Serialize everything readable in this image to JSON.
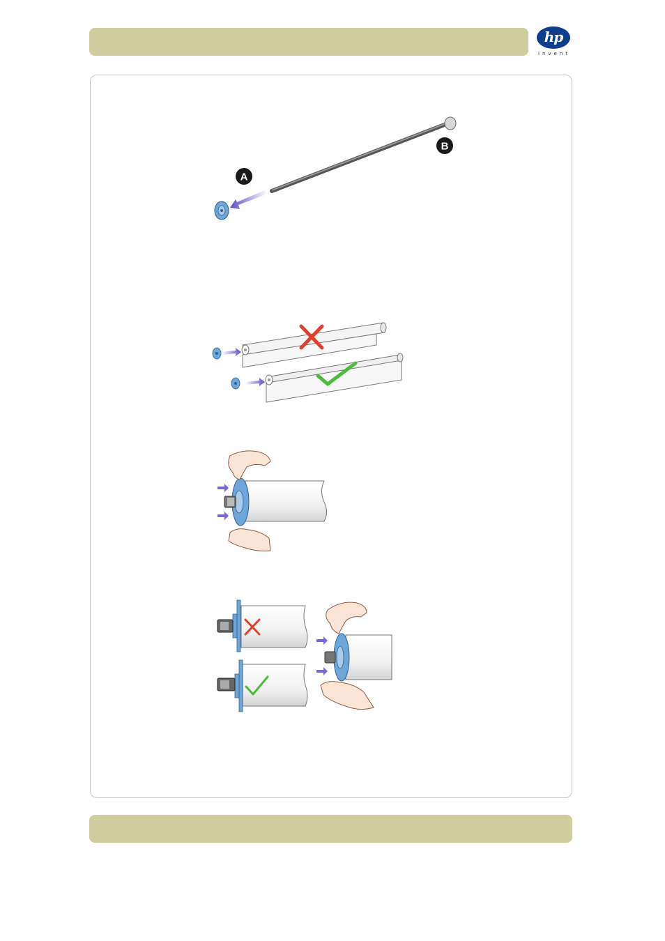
{
  "header": {
    "logo_text": "hp",
    "logo_tagline": "invent"
  },
  "figure1": {
    "label_a": "A",
    "label_b": "B"
  },
  "colors": {
    "header_bar": "#cfcd9d",
    "logo_blue": "#0f3e8f",
    "arrow_purple": "#6a58c8",
    "hub_blue": "#6fa6d8",
    "wrong_red": "#e0402c",
    "right_green": "#4cbb3c"
  },
  "icons": [
    "hp-logo-icon",
    "spindle-rod-icon",
    "hub-icon",
    "push-arrow-icon",
    "cross-mark-icon",
    "check-mark-icon",
    "paper-roll-icon",
    "hand-icon"
  ]
}
